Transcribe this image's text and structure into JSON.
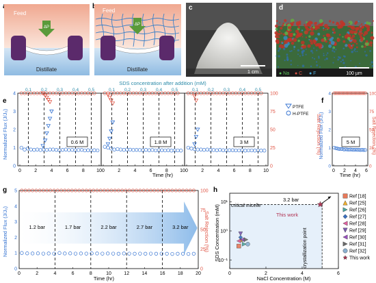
{
  "colors": {
    "blue": "#2f6fd0",
    "red": "#e05545",
    "teal": "#2b8aa8",
    "feed_top": "#f0a890",
    "feed_bottom": "#fbe3da",
    "distillate": "#9cc4e6",
    "clamp": "#5b2a6b",
    "arrow": "#5a9a3a"
  },
  "panel_a": {
    "letter": "a",
    "feed": "Feed",
    "distillate": "Distillate",
    "dp": "ΔP"
  },
  "panel_b": {
    "letter": "b",
    "feed": "Feed",
    "distillate": "Distillate",
    "dp": "ΔP"
  },
  "panel_c": {
    "letter": "c",
    "scale": "1 cm"
  },
  "panel_d": {
    "letter": "d",
    "legend": [
      "● Na",
      "● C",
      "● F"
    ],
    "scale": "100 µm"
  },
  "panel_e": {
    "letter": "e",
    "top_axis_label": "SDS concentration after addition (mM)",
    "top_ticks": [
      "0.1",
      "0.2",
      "0.3",
      "0.4",
      "0.5"
    ],
    "ylabel_left": "Normalized Flux (J/J₀)",
    "ylabel_right": "Salt Rejection (%)",
    "xlabel": "Time (hr)",
    "left_ticks": [
      "0",
      "1",
      "2",
      "3",
      "4"
    ],
    "right_ticks": [
      "0",
      "25",
      "50",
      "75",
      "100"
    ],
    "x_ticks": [
      "0",
      "2",
      "4",
      "6",
      "8",
      "10"
    ],
    "sub_labels": [
      "0.6 M",
      "1.8 M",
      "3 M"
    ],
    "legend_ptfe": "PTFE",
    "legend_hptfe": "H-PTFE"
  },
  "panel_f": {
    "letter": "f",
    "label": "5 M",
    "xlabel": "Time (hr)",
    "ylabel_left": "Normalized Flux (J/J₀)",
    "ylabel_right": "Salt Rejection (%)",
    "x_ticks": [
      "0",
      "2",
      "4",
      "6"
    ],
    "left_ticks": [
      "0",
      "1",
      "2",
      "3",
      "4"
    ],
    "right_ticks": [
      "0",
      "25",
      "50",
      "75",
      "100"
    ]
  },
  "panel_g": {
    "letter": "g",
    "xlabel": "Time (hr)",
    "ylabel_left": "Normalized Flux (J/J₀)",
    "ylabel_right": "Salt Rejection (%)",
    "x_ticks": [
      "0",
      "2",
      "4",
      "6",
      "8",
      "10",
      "12",
      "14",
      "16",
      "18",
      "20"
    ],
    "left_ticks": [
      "0",
      "1",
      "2",
      "3",
      "4",
      "5"
    ],
    "right_ticks": [
      "0",
      "25",
      "50",
      "75",
      "100"
    ],
    "pressures": [
      "1.2 bar",
      "1.7 bar",
      "2.2 bar",
      "2.7 bar",
      "3.2 bar"
    ]
  },
  "panel_h": {
    "letter": "h",
    "xlabel": "NaCl Concentration (M)",
    "ylabel": "SDS Concentration (mM)",
    "x_ticks": [
      "0",
      "2",
      "4",
      "6"
    ],
    "y_ticks": [
      "10⁻¹",
      "10⁰",
      "10¹"
    ],
    "critical_micelle": "critical micelle",
    "this_work_label": "This work",
    "bar_label": "3.2 bar",
    "crystallization": "crystallization point",
    "legend": [
      {
        "label": "Ref [18]",
        "marker": "square",
        "color": "#e87a5a"
      },
      {
        "label": "Ref [25]",
        "marker": "triangle-up",
        "color": "#f0b030"
      },
      {
        "label": "Ref [26]",
        "marker": "triangle-right",
        "color": "#4aa8a0"
      },
      {
        "label": "Ref [27]",
        "marker": "diamond",
        "color": "#3a6fc0"
      },
      {
        "label": "Ref [28]",
        "marker": "triangle-left",
        "color": "#e060a0"
      },
      {
        "label": "Ref [29]",
        "marker": "triangle-down",
        "color": "#7a5ab0"
      },
      {
        "label": "Ref [30]",
        "marker": "triangle-left",
        "color": "#9a50c0"
      },
      {
        "label": "Ref [31]",
        "marker": "triangle-right",
        "color": "#6a6a6a"
      },
      {
        "label": "Ref [32]",
        "marker": "circle",
        "color": "#8ab0d0"
      },
      {
        "label": "This work",
        "marker": "star",
        "color": "#b03050"
      }
    ]
  },
  "chart_data": [
    {
      "type": "scatter",
      "panel": "e",
      "xlim": [
        0,
        10
      ],
      "ylim": [
        0,
        4
      ],
      "y2lim": [
        0,
        100
      ],
      "subpanels": [
        {
          "label": "0.6 M",
          "hptfe_flux_x": [
            0.2,
            0.6,
            1,
            1.4,
            1.8,
            2.2,
            2.6,
            3,
            3.4,
            3.8,
            4.2,
            4.6,
            5,
            5.4,
            5.8,
            6.2,
            6.6,
            7,
            7.4,
            7.8,
            8.2,
            8.6,
            9,
            9.4,
            9.8
          ],
          "hptfe_flux_y": [
            1.0,
            0.9,
            0.95,
            0.9,
            0.88,
            0.9,
            0.87,
            0.9,
            0.88,
            0.9,
            0.9,
            0.88,
            0.86,
            0.88,
            0.9,
            0.87,
            0.88,
            0.86,
            0.87,
            0.88,
            0.85,
            0.86,
            0.85,
            0.86,
            0.85
          ],
          "ptfe_flux_x": [
            2.9,
            3.2,
            3.4,
            3.6,
            3.8,
            4.0
          ],
          "ptfe_flux_y": [
            1.1,
            1.4,
            1.8,
            2.2,
            2.6,
            3.0
          ],
          "hptfe_rej": 100,
          "ptfe_rej_x": [
            2.9,
            3.2,
            3.4,
            3.6,
            3.8
          ],
          "ptfe_rej_y": [
            100,
            97,
            94,
            91,
            88
          ]
        },
        {
          "label": "1.8 M",
          "hptfe_flux_x": [
            0.2,
            0.6,
            1,
            1.4,
            1.8,
            2.2,
            2.6,
            3,
            3.4,
            3.8,
            4.2,
            4.6,
            5,
            5.4,
            5.8,
            6.2,
            6.6,
            7,
            7.4,
            7.8,
            8.2,
            8.6,
            9,
            9.4,
            9.8
          ],
          "hptfe_flux_y": [
            1.05,
            1.0,
            0.95,
            0.9,
            0.92,
            0.9,
            0.88,
            0.9,
            0.89,
            0.87,
            0.88,
            0.87,
            0.86,
            0.88,
            0.86,
            0.87,
            0.85,
            0.86,
            0.86,
            0.85,
            0.86,
            0.84,
            0.85,
            0.85,
            0.84
          ],
          "ptfe_flux_x": [
            0.6,
            0.8,
            1.0,
            1.2
          ],
          "ptfe_flux_y": [
            1.2,
            1.5,
            1.9,
            2.4
          ],
          "hptfe_rej": 100,
          "ptfe_rej_x": [
            0.6,
            0.8,
            1.0,
            1.2
          ],
          "ptfe_rej_y": [
            98,
            94,
            90,
            86
          ]
        },
        {
          "label": "3 M",
          "hptfe_flux_x": [
            0.2,
            0.6,
            1,
            1.4,
            1.8,
            2.2,
            2.6,
            3,
            3.4,
            3.8,
            4.2,
            4.6,
            5,
            5.4,
            5.8,
            6.2,
            6.6,
            7,
            7.4,
            7.8,
            8.2,
            8.6,
            9,
            9.4,
            9.8
          ],
          "hptfe_flux_y": [
            1.0,
            0.95,
            0.92,
            0.9,
            0.9,
            0.88,
            0.9,
            0.88,
            0.87,
            0.86,
            0.88,
            0.86,
            0.85,
            0.86,
            0.86,
            0.85,
            0.85,
            0.86,
            0.84,
            0.85,
            0.85,
            0.84,
            0.85,
            0.84,
            0.84
          ],
          "ptfe_flux_x": [
            1.0,
            1.2,
            1.4
          ],
          "ptfe_flux_y": [
            1.2,
            1.6,
            2.0
          ],
          "hptfe_rej": 100,
          "ptfe_rej_x": [
            1.0,
            1.2
          ],
          "ptfe_rej_y": [
            96,
            90
          ]
        }
      ]
    },
    {
      "type": "scatter",
      "panel": "f",
      "xlim": [
        0,
        6
      ],
      "ylim": [
        0,
        4
      ],
      "y2lim": [
        0,
        100
      ],
      "hptfe_flux_x": [
        0.1,
        0.4,
        0.7,
        1,
        1.3,
        1.6,
        1.9,
        2.2,
        2.5,
        2.8,
        3.1,
        3.4,
        3.7,
        4,
        4.3,
        4.6,
        4.9,
        5.2,
        5.5,
        5.8
      ],
      "hptfe_flux_y": [
        1.0,
        0.97,
        0.95,
        0.93,
        0.92,
        0.92,
        0.9,
        0.91,
        0.9,
        0.89,
        0.9,
        0.89,
        0.88,
        0.89,
        0.88,
        0.88,
        0.87,
        0.88,
        0.87,
        0.87
      ],
      "hptfe_rej": 100
    },
    {
      "type": "scatter",
      "panel": "g",
      "xlim": [
        0,
        20
      ],
      "ylim": [
        0,
        5
      ],
      "y2lim": [
        0,
        100
      ],
      "stage_boundaries": [
        4,
        8,
        12,
        16
      ],
      "hptfe_flux_x": [
        0.3,
        0.9,
        1.5,
        2.1,
        2.7,
        3.3,
        3.9,
        4.5,
        5.1,
        5.7,
        6.3,
        6.9,
        7.5,
        8.1,
        8.7,
        9.3,
        9.9,
        10.5,
        11.1,
        11.7,
        12.3,
        12.9,
        13.5,
        14.1,
        14.7,
        15.3,
        15.9,
        16.5,
        17.1,
        17.7,
        18.3,
        18.9,
        19.5
      ],
      "hptfe_flux_y": [
        1.0,
        0.98,
        0.97,
        0.98,
        0.96,
        0.97,
        0.96,
        1.0,
        0.97,
        0.98,
        0.96,
        0.97,
        0.96,
        0.98,
        0.97,
        0.96,
        0.97,
        0.96,
        0.95,
        0.97,
        0.96,
        0.95,
        0.96,
        0.95,
        0.96,
        0.95,
        0.96,
        0.95,
        0.94,
        0.95,
        0.95,
        0.94,
        0.95
      ],
      "hptfe_rej": 100
    },
    {
      "type": "scatter",
      "panel": "h",
      "xlim": [
        0,
        6
      ],
      "yscale": "log",
      "ylim": [
        0.05,
        20
      ],
      "critical_micelle_y": 8.2,
      "crystallization_x": 5.1,
      "points": [
        {
          "series": "Ref [18]",
          "x": 0.5,
          "y": 0.3
        },
        {
          "series": "Ref [25]",
          "x": 0.6,
          "y": 0.5
        },
        {
          "series": "Ref [26]",
          "x": 0.8,
          "y": 0.35
        },
        {
          "series": "Ref [27]",
          "x": 0.6,
          "y": 0.6
        },
        {
          "series": "Ref [28]",
          "x": 0.5,
          "y": 0.45
        },
        {
          "series": "Ref [29]",
          "x": 0.6,
          "y": 0.8
        },
        {
          "series": "Ref [30]",
          "x": 0.7,
          "y": 0.5
        },
        {
          "series": "Ref [31]",
          "x": 0.9,
          "y": 0.5
        },
        {
          "series": "Ref [32]",
          "x": 1.0,
          "y": 0.35
        },
        {
          "series": "This work",
          "x": 5.0,
          "y": 8.2
        }
      ]
    }
  ]
}
